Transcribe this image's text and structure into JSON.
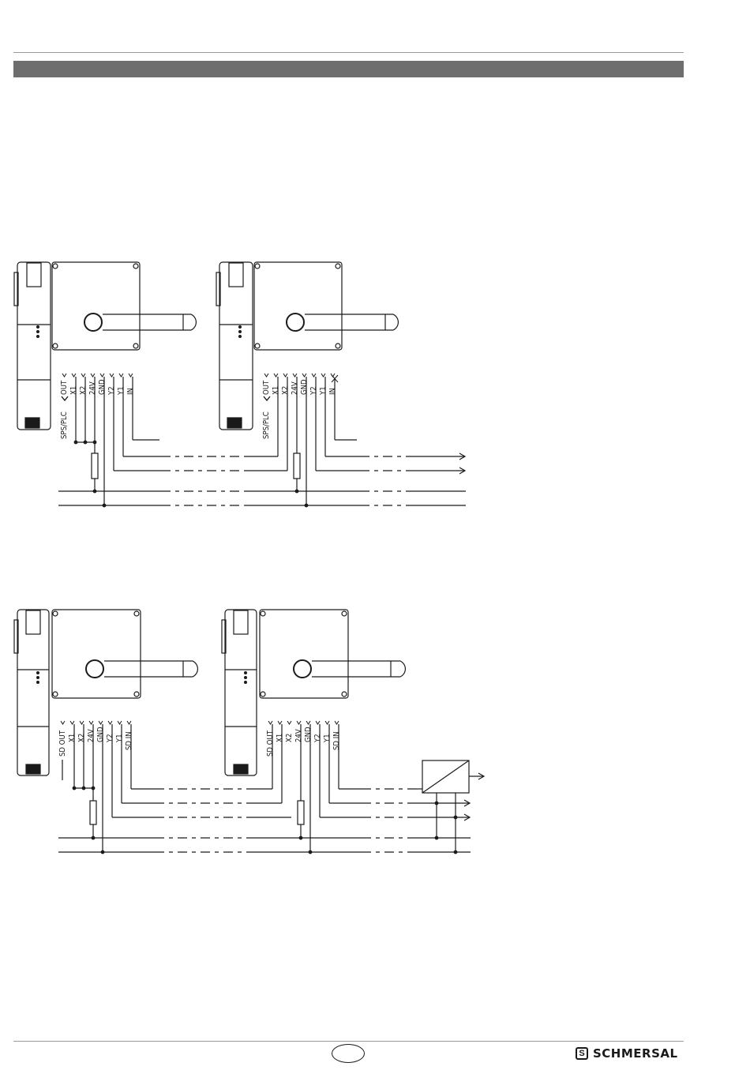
{
  "figure1": {
    "device1_terminals": [
      "OUT",
      "X1",
      "X2",
      "24V",
      "GND",
      "Y2",
      "Y1",
      "IN"
    ],
    "device2_terminals": [
      "OUT",
      "X1",
      "X2",
      "24V",
      "GND",
      "Y2",
      "Y1",
      "IN"
    ],
    "plc_label": "SPS/PLC"
  },
  "figure2": {
    "device1_terminals": [
      "SD OUT",
      "X1",
      "X2",
      "24V",
      "GND",
      "Y2",
      "Y1",
      "SD IN"
    ],
    "device2_terminals": [
      "SD OUT",
      "X1",
      "X2",
      "24V",
      "GND",
      "Y2",
      "Y1",
      "SD IN"
    ]
  },
  "footer": {
    "logo_mark": "S",
    "logo_text": "SCHMERSAL"
  },
  "colors": {
    "header_bar": "#6e6e6e",
    "line": "#1a1a1a"
  }
}
